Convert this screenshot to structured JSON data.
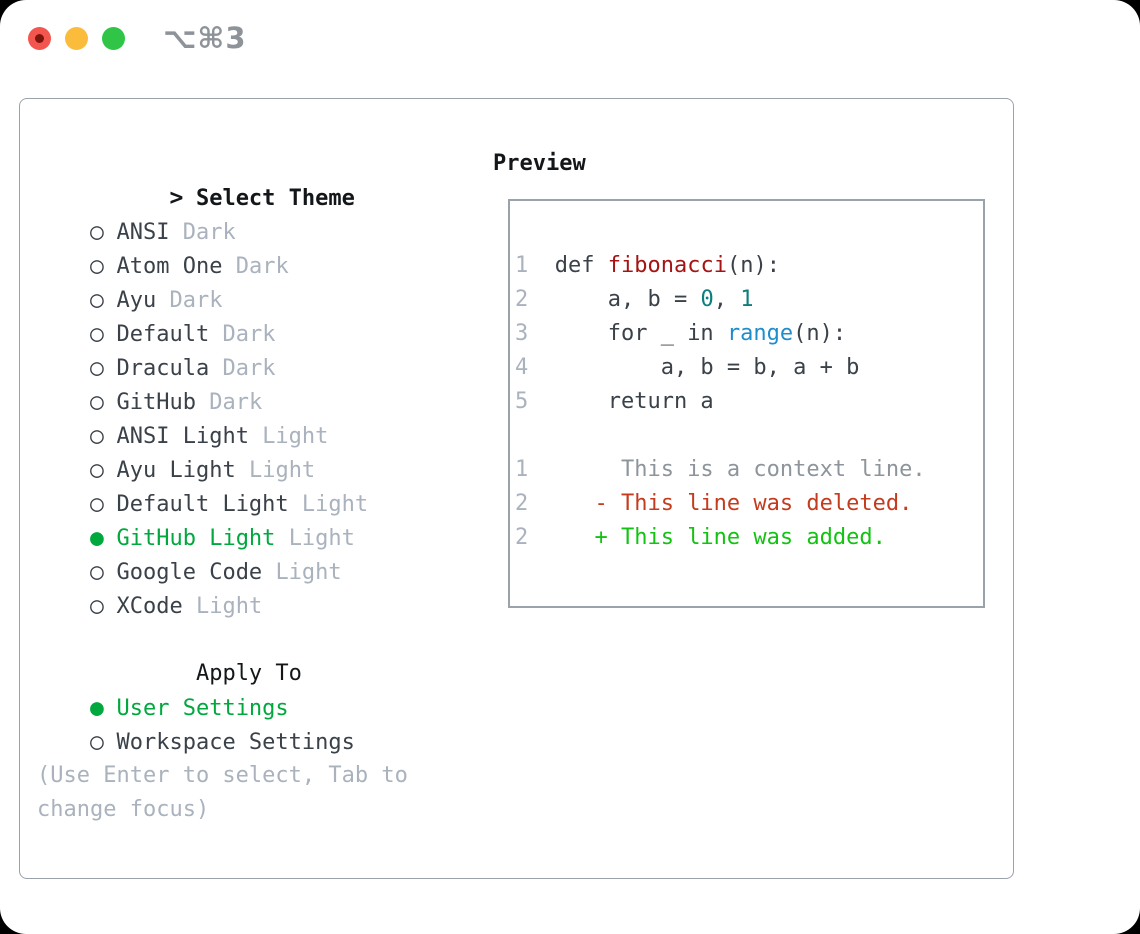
{
  "window": {
    "shortcut": "⌥⌘3"
  },
  "icons": {
    "radio_selected": "●",
    "radio_unselected": "○",
    "focus_prefix": ">"
  },
  "theme_panel": {
    "title": "Select Theme",
    "items": [
      {
        "name": "ANSI",
        "variant": "Dark",
        "selected": false
      },
      {
        "name": "Atom One",
        "variant": "Dark",
        "selected": false
      },
      {
        "name": "Ayu",
        "variant": "Dark",
        "selected": false
      },
      {
        "name": "Default",
        "variant": "Dark",
        "selected": false
      },
      {
        "name": "Dracula",
        "variant": "Dark",
        "selected": false
      },
      {
        "name": "GitHub",
        "variant": "Dark",
        "selected": false
      },
      {
        "name": "ANSI Light",
        "variant": "Light",
        "selected": false
      },
      {
        "name": "Ayu Light",
        "variant": "Light",
        "selected": false
      },
      {
        "name": "Default Light",
        "variant": "Light",
        "selected": false
      },
      {
        "name": "GitHub Light",
        "variant": "Light",
        "selected": true
      },
      {
        "name": "Google Code",
        "variant": "Light",
        "selected": false
      },
      {
        "name": "XCode",
        "variant": "Light",
        "selected": false
      }
    ]
  },
  "apply_panel": {
    "title": "Apply To",
    "items": [
      {
        "name": "User Settings",
        "selected": true
      },
      {
        "name": "Workspace Settings",
        "selected": false
      }
    ]
  },
  "footer": {
    "hint_line1": "(Use Enter to select, Tab to",
    "hint_line2": "change focus)"
  },
  "preview": {
    "title": "Preview",
    "lines": [
      {
        "blank": true
      },
      {
        "segments": [
          {
            "t": "1",
            "c": "num"
          },
          {
            "t": "  def ",
            "c": "code"
          },
          {
            "t": "fibonacci",
            "c": "fn"
          },
          {
            "t": "(n):",
            "c": "code"
          }
        ]
      },
      {
        "segments": [
          {
            "t": "2",
            "c": "num"
          },
          {
            "t": "      a, b = ",
            "c": "code"
          },
          {
            "t": "0",
            "c": "lit"
          },
          {
            "t": ", ",
            "c": "code"
          },
          {
            "t": "1",
            "c": "lit"
          }
        ]
      },
      {
        "segments": [
          {
            "t": "3",
            "c": "num"
          },
          {
            "t": "      for _ in ",
            "c": "code"
          },
          {
            "t": "range",
            "c": "builtin"
          },
          {
            "t": "(n):",
            "c": "code"
          }
        ]
      },
      {
        "segments": [
          {
            "t": "4",
            "c": "num"
          },
          {
            "t": "          a, b = b, a + b",
            "c": "code"
          }
        ]
      },
      {
        "segments": [
          {
            "t": "5",
            "c": "num"
          },
          {
            "t": "      return a",
            "c": "code"
          }
        ]
      },
      {
        "blank": true
      },
      {
        "segments": [
          {
            "t": "1",
            "c": "num"
          },
          {
            "t": "       This is a context line.",
            "c": "ctx"
          }
        ]
      },
      {
        "segments": [
          {
            "t": "2",
            "c": "num"
          },
          {
            "t": "     - This line was deleted.",
            "c": "del"
          }
        ]
      },
      {
        "segments": [
          {
            "t": "2",
            "c": "num"
          },
          {
            "t": "     + This line was added.",
            "c": "add"
          }
        ]
      }
    ]
  },
  "colors": {
    "traffic_red": "#f2564e",
    "traffic_red_dot": "#7e150d",
    "traffic_yellow": "#fbbc3c",
    "traffic_green": "#30c546",
    "shortcut_gray": "#8e9399",
    "border_gray": "#9aa2ac",
    "text_black": "#14171a",
    "text_dark": "#3a4149",
    "muted": "#a9b2bd",
    "green_selected": "#00a83e",
    "code_fn": "#a41414",
    "code_lit": "#0d7d7d",
    "code_builtin": "#1f8ccc",
    "ctx_gray": "#8d949b",
    "diff_del": "#c43b1d",
    "diff_add": "#12c312"
  }
}
